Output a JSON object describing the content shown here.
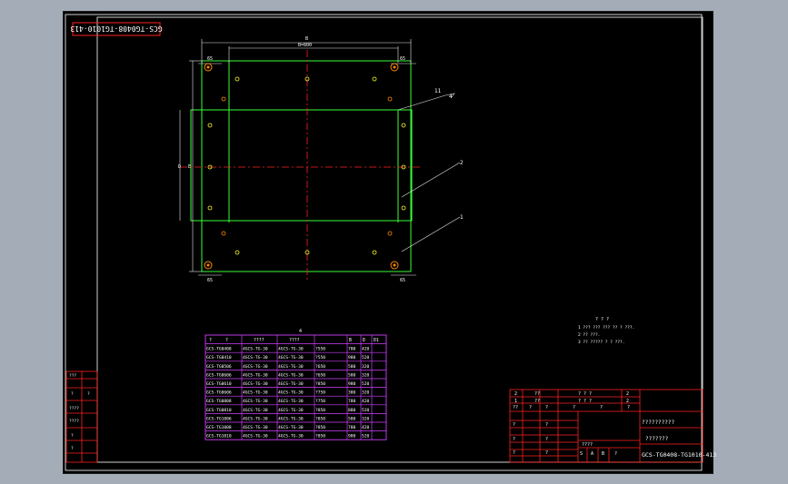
{
  "drawing": {
    "title_stamp": "GCS-TG0408-TG1010-413",
    "width_label": "B",
    "width_value_label": "B=800",
    "height_label": "D",
    "height_inner_label": "E",
    "dim_top_left": "65",
    "dim_top_right": "65",
    "dim_bottom_left": "65",
    "dim_bottom_right": "65",
    "leaders": [
      "1",
      "2",
      "4"
    ],
    "leader_symbol": "11"
  },
  "parts_table": {
    "caption": "4",
    "headers": [
      "?",
      "?",
      "????",
      "????",
      "B",
      "D",
      "D1"
    ],
    "rows": [
      [
        "GCS-TG0408",
        "4GCS-TG-30",
        "4GCS-TG-30",
        "?550",
        "780",
        "420"
      ],
      [
        "GCS-TG0410",
        "4GCS-TG-30",
        "4GCS-TG-30",
        "?550",
        "980",
        "520"
      ],
      [
        "GCS-TG0506",
        "4GCS-TG-30",
        "4GCS-TG-30",
        "?650",
        "580",
        "320"
      ],
      [
        "GCS-TG0606",
        "4GCS-TG-30",
        "4GCS-TG-30",
        "?650",
        "580",
        "320"
      ],
      [
        "GCS-TG0610",
        "4GCS-TG-30",
        "4GCS-TG-30",
        "?850",
        "980",
        "520"
      ],
      [
        "GCS-TG0606",
        "4GCS-TG-30",
        "4GCS-TG-30",
        "?750",
        "380",
        "320"
      ],
      [
        "GCS-TG0808",
        "4GCS-TG-30",
        "4GCS-TG-30",
        "?750",
        "780",
        "420"
      ],
      [
        "GCS-TG0810",
        "4GCS-TG-30",
        "4GCS-TG-30",
        "?850",
        "880",
        "520"
      ],
      [
        "GCS-TG1006",
        "4GCS-TG-30",
        "4GCS-TG-30",
        "?850",
        "580",
        "320"
      ],
      [
        "GCS-TG1008",
        "4GCS-TG-30",
        "4GCS-TG-30",
        "?850",
        "780",
        "420"
      ],
      [
        "GCS-TG1010",
        "4GCS-TG-30",
        "4GCS-TG-30",
        "?850",
        "980",
        "520"
      ]
    ]
  },
  "notes": {
    "title": "?  ?  ?",
    "lines": [
      "1  ???  ???  ???  ??  ?  ???.",
      "2  ??  ???.",
      "3  ??  ?????  ?  ?  ???."
    ]
  },
  "title_block": {
    "rev_rows": [
      [
        "2",
        "??",
        "? ? ?",
        "2"
      ],
      [
        "1",
        "??",
        "? ? ?",
        "2"
      ],
      [
        "??",
        "?",
        "?",
        "?",
        "?",
        "?"
      ]
    ],
    "name_line1": "??????????",
    "name_line2": "???????",
    "drawing_number": "GCS-TG0408-TG1010-413",
    "scale_letters": [
      "S",
      "A",
      "B"
    ],
    "sheet_label": "?",
    "weight_label": "????",
    "left_marks": [
      "?",
      "?"
    ],
    "sign_marks": [
      "?",
      "?",
      "?",
      "?"
    ]
  },
  "left_block": {
    "labels": [
      "???",
      "?",
      "?",
      "????",
      "????",
      "?",
      "?"
    ]
  },
  "colors": {
    "frame": "#d4d4d4",
    "outline_green": "#39ff39",
    "centerline_red": "#ff2020",
    "table_magenta": "#d040ff",
    "titleblock_red": "#ff2020",
    "text_white": "#ffffff",
    "dim_white": "#e8e8e8",
    "hole_orange": "#ff8a00",
    "hole_yellow": "#ffff30"
  }
}
